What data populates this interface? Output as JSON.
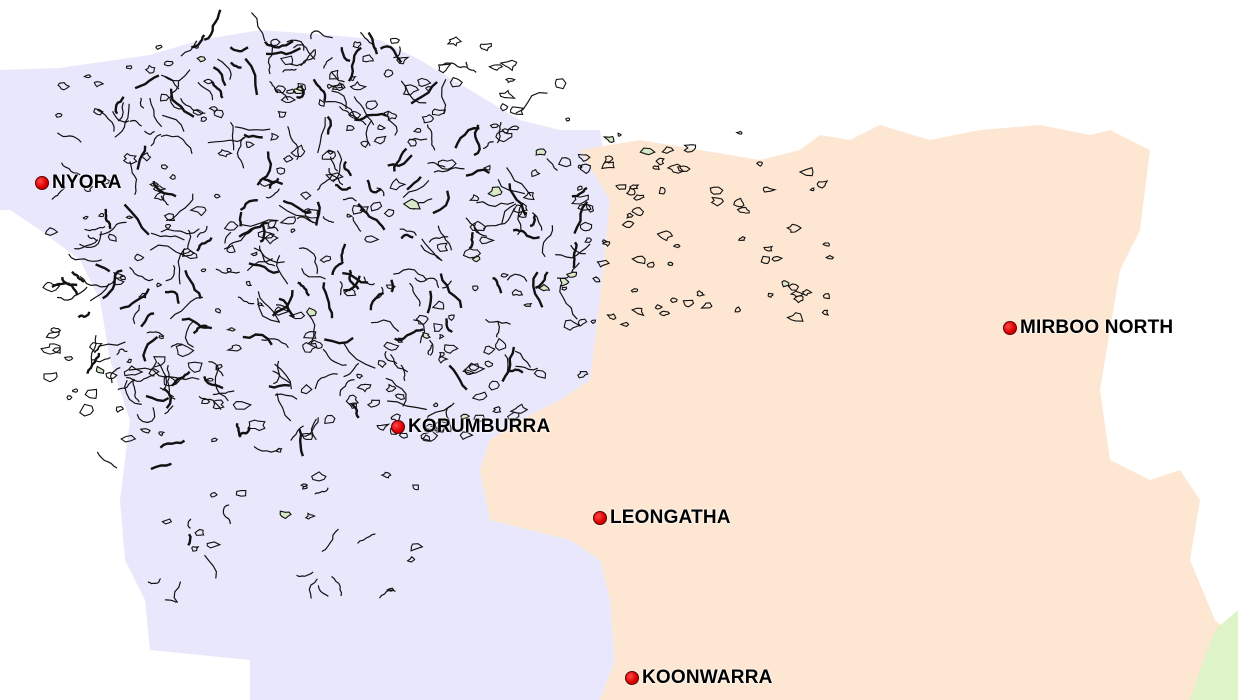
{
  "map": {
    "colors": {
      "region_west": "#e9e7fb",
      "region_east": "#fde7d3",
      "region_southeast": "#dff3c8",
      "background": "#ffffff",
      "town_marker": "#e00000",
      "town_label": "#1a237e",
      "polygon_outline": "#111111"
    },
    "towns": [
      {
        "name": "NYORA"
      },
      {
        "name": "KORUMBURRA"
      },
      {
        "name": "LEONGATHA"
      },
      {
        "name": "MIRBOO NORTH"
      },
      {
        "name": "KOONWARRA"
      }
    ]
  }
}
